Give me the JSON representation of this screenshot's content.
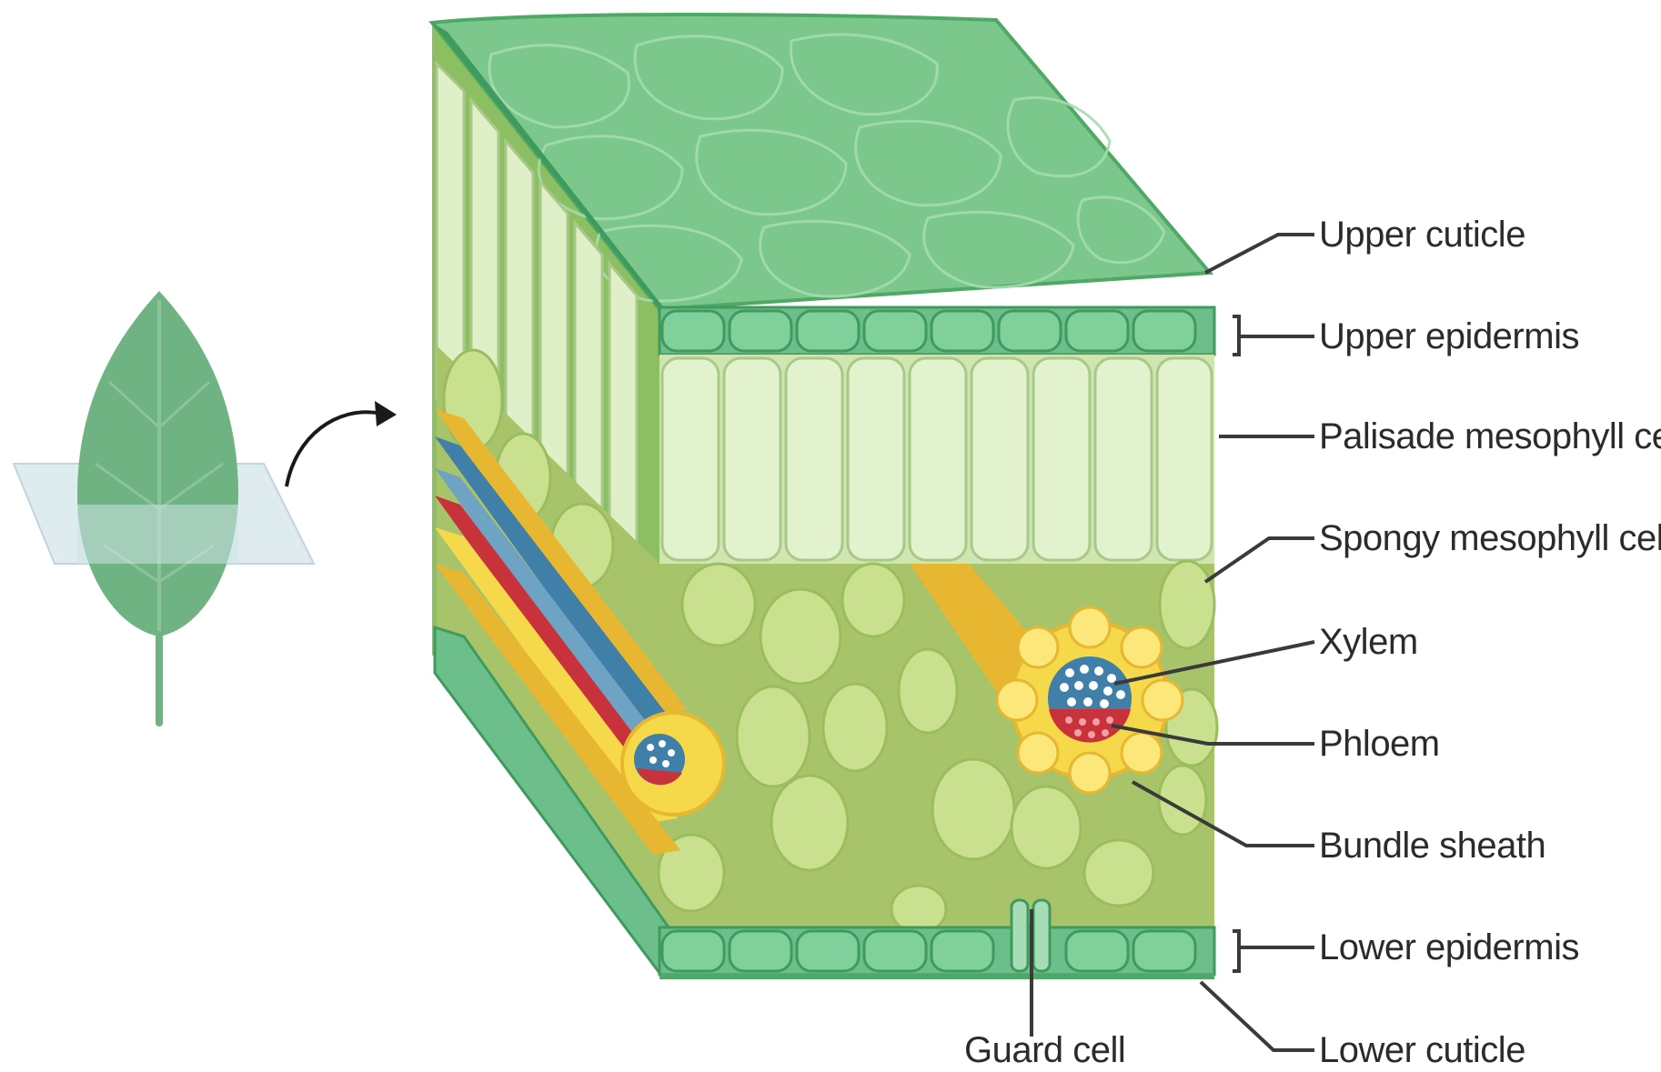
{
  "colors": {
    "background": "#ffffff",
    "cuticle_top": "#7cc88c",
    "cuticle_edge": "#4fa866",
    "epidermis": "#6cbf8a",
    "palisade": "#dff0c8",
    "palisade_edge": "#a8c98a",
    "spongy": "#c9e08e",
    "spongy_dark": "#a7c46a",
    "bundle_yellow": "#f5d94a",
    "bundle_orange": "#e8b732",
    "xylem_blue": "#3f7fa8",
    "phloem_red": "#c8323a",
    "leader_line": "#3a3a3a",
    "leaf": "#6fb382",
    "plane": "#cfe3ea"
  },
  "labels": {
    "upper_cuticle": "Upper cuticle",
    "upper_epidermis": "Upper epidermis",
    "palisade": "Palisade mesophyll cell",
    "spongy": "Spongy mesophyll cell",
    "xylem": "Xylem",
    "phloem": "Phloem",
    "bundle_sheath": "Bundle sheath",
    "lower_epidermis": "Lower epidermis",
    "guard_cell": "Guard cell",
    "lower_cuticle": "Lower cuticle"
  }
}
